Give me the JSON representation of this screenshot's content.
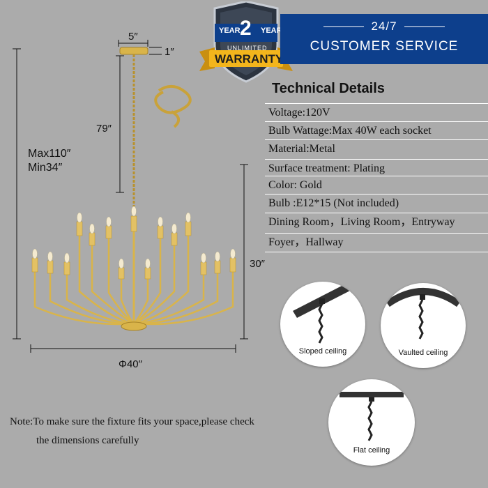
{
  "badge": {
    "year_left": "YEAR",
    "number": "2",
    "year_right": "YEAR",
    "unlimited": "UNLIMITED",
    "warranty": "WARRANTY"
  },
  "banner": {
    "line1": "24/7",
    "line2": "CUSTOMER SERVICE"
  },
  "dimensions": {
    "canopy_width": "5″",
    "canopy_height": "1″",
    "chain_length": "79″",
    "max_height": "Max110″",
    "min_height": "Min34″",
    "body_height": "30″",
    "diameter": "Φ40″"
  },
  "technical": {
    "title": "Technical Details",
    "rows": [
      "Voltage:120V",
      "Bulb Wattage:Max 40W each socket",
      "Material:Metal",
      "Surface treatment:  Plating",
      "Color: Gold",
      "Bulb :E12*15 (Not included)",
      "Dining Room，Living Room，Entryway",
      "Foyer，Hallway"
    ]
  },
  "ceilings": [
    {
      "label": "Sloped ceiling"
    },
    {
      "label": "Vaulted ceiling"
    },
    {
      "label": "Flat ceiling"
    }
  ],
  "note": {
    "line1": "Note:To make sure the fixture fits your space,please check",
    "line2": "the dimensions carefully"
  },
  "colors": {
    "background": "#ababab",
    "banner": "#0d3f8c",
    "gold": "#d9b44a",
    "badge_ribbon": "#f3b51c"
  }
}
